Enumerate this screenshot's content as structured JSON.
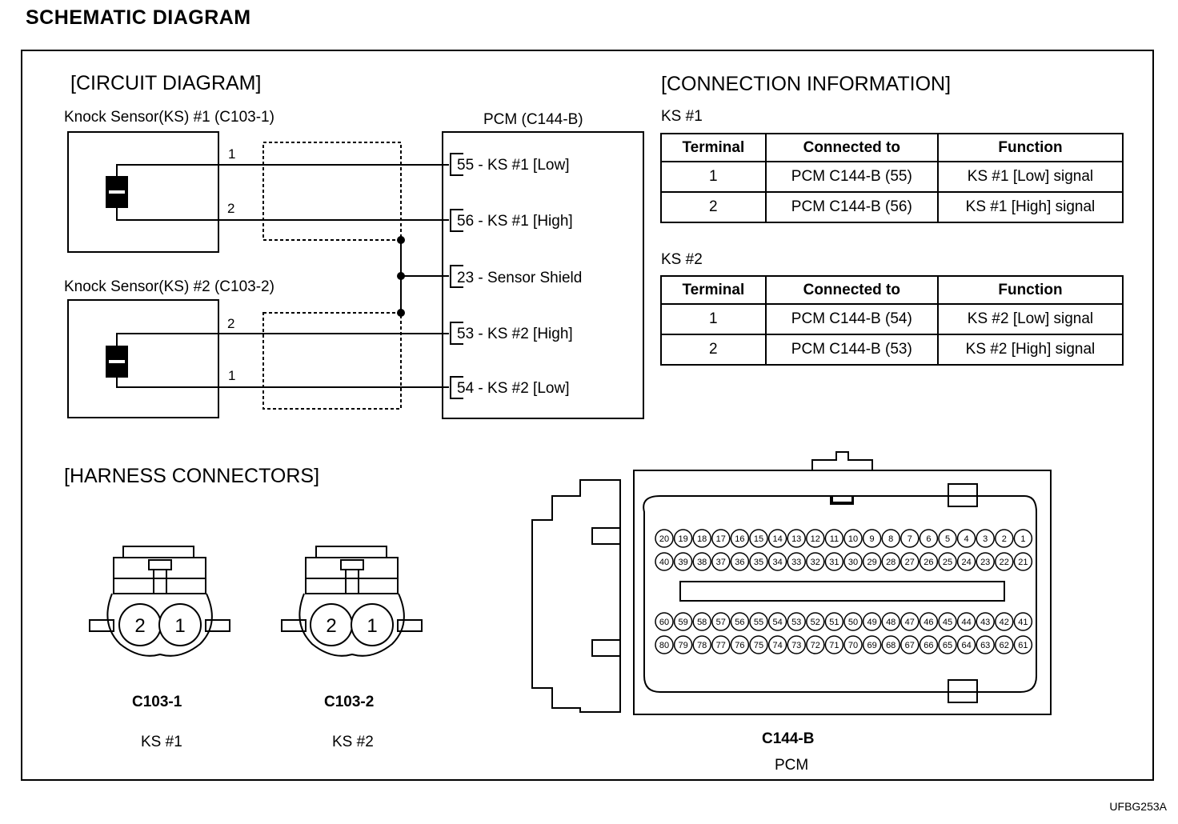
{
  "page_title": "SCHEMATIC DIAGRAM",
  "circuit": {
    "title": "[CIRCUIT DIAGRAM]",
    "ks1_label": "Knock Sensor(KS) #1 (C103-1)",
    "ks2_label": "Knock Sensor(KS) #2 (C103-2)",
    "pcm_label": "PCM (C144-B)",
    "wire_nums": {
      "ks1_top": "1",
      "ks1_bottom": "2",
      "ks2_top": "2",
      "ks2_bottom": "1"
    },
    "pins": [
      "55 - KS #1 [Low]",
      "56 - KS #1 [High]",
      "23 - Sensor Shield",
      "53 - KS #2 [High]",
      "54 - KS #2 [Low]"
    ]
  },
  "connection": {
    "title": "[CONNECTION INFORMATION]",
    "headers": [
      "Terminal",
      "Connected to",
      "Function"
    ],
    "tables": [
      {
        "caption": "KS #1",
        "rows": [
          [
            "1",
            "PCM C144-B (55)",
            "KS #1 [Low] signal"
          ],
          [
            "2",
            "PCM C144-B (56)",
            "KS #1 [High] signal"
          ]
        ]
      },
      {
        "caption": "KS #2",
        "rows": [
          [
            "1",
            "PCM C144-B (54)",
            "KS #2 [Low] signal"
          ],
          [
            "2",
            "PCM C144-B (53)",
            "KS #2 [High] signal"
          ]
        ]
      }
    ]
  },
  "harness": {
    "title": "[HARNESS CONNECTORS]",
    "c103_1": {
      "name": "C103-1",
      "sub": "KS #1",
      "pins": [
        "2",
        "1"
      ]
    },
    "c103_2": {
      "name": "C103-2",
      "sub": "KS #2",
      "pins": [
        "2",
        "1"
      ]
    },
    "c144b": {
      "name": "C144-B",
      "sub": "PCM"
    }
  },
  "footer_code": "UFBG253A"
}
